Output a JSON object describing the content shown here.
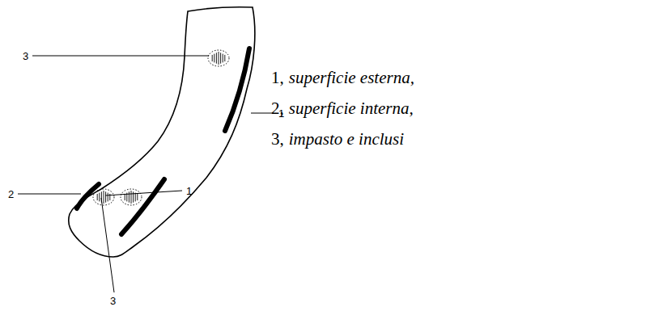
{
  "diagram": {
    "labels": [
      "3",
      "1",
      "2",
      "1",
      "3",
      "1,",
      "superficie esterna,",
      "2,",
      "superficie interna,",
      "3,",
      "impasto e inclusi"
    ]
  }
}
